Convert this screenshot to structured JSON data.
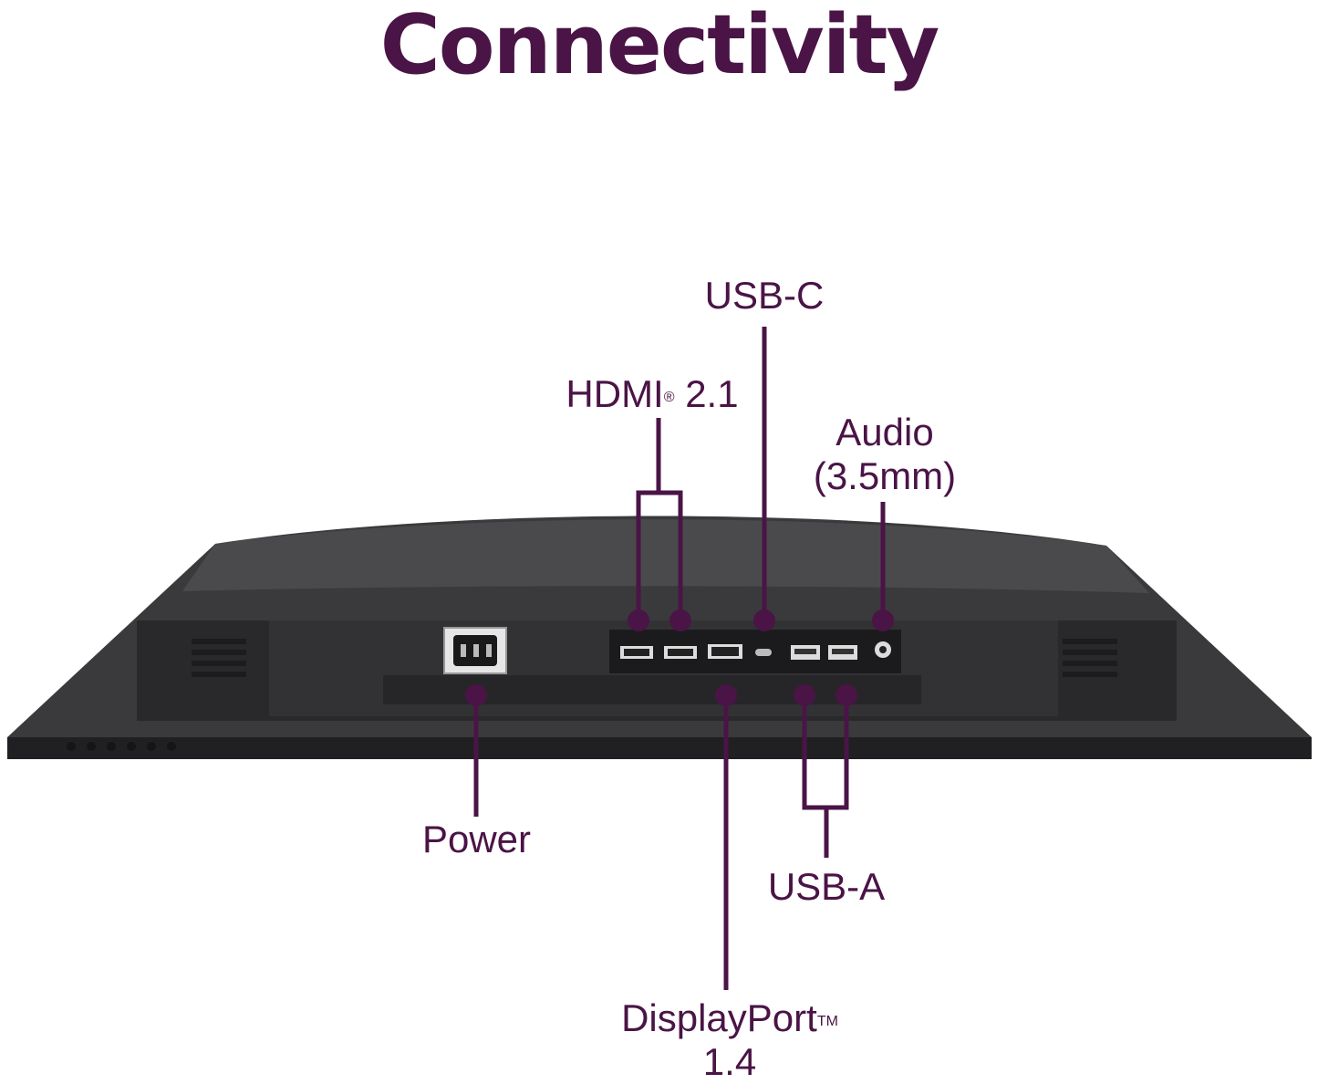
{
  "page": {
    "title": "Connectivity",
    "accent_color": "#4a1446",
    "monitor_color": "#2e2e2e"
  },
  "callouts": {
    "usb_c": "USB-C",
    "hdmi": "HDMI",
    "hdmi_mark": "®",
    "hdmi_version": "2.1",
    "audio_line1": "Audio",
    "audio_line2": "(3.5mm)",
    "power": "Power",
    "usb_a": "USB-A",
    "displayport": "DisplayPort",
    "displayport_mark": "TM",
    "displayport_version": "1.4"
  },
  "ports": [
    "power-inlet",
    "hdmi-port",
    "hdmi-port",
    "displayport-port",
    "usb-c-port",
    "usb-a-port",
    "usb-a-port",
    "audio-jack"
  ]
}
